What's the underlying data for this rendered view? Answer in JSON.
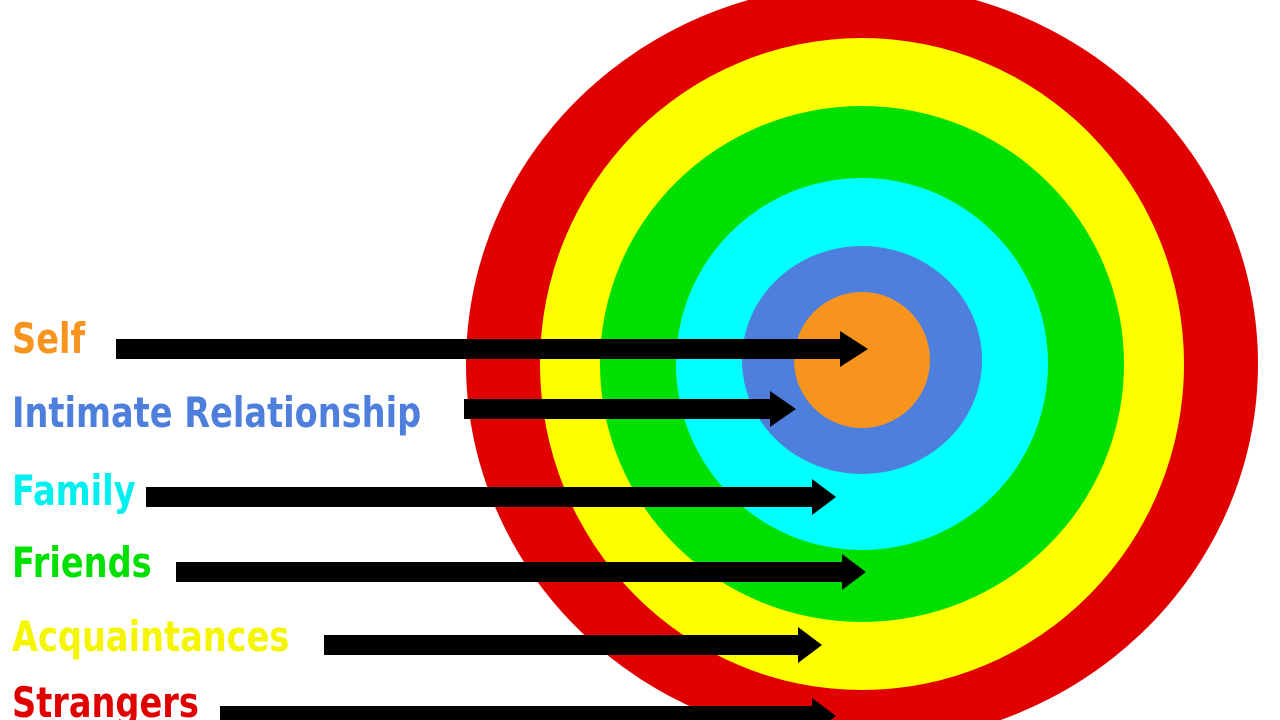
{
  "levels": [
    {
      "label": "Self",
      "color": "#f7941d"
    },
    {
      "label": "Intimate Relationship",
      "color": "#4f7fdc"
    },
    {
      "label": "Family",
      "color": "#00ffff"
    },
    {
      "label": "Friends",
      "color": "#00e000"
    },
    {
      "label": "Acquaintances",
      "color": "#ffff00"
    },
    {
      "label": "Strangers",
      "color": "#e00000"
    }
  ],
  "arrow_color": "#000000"
}
